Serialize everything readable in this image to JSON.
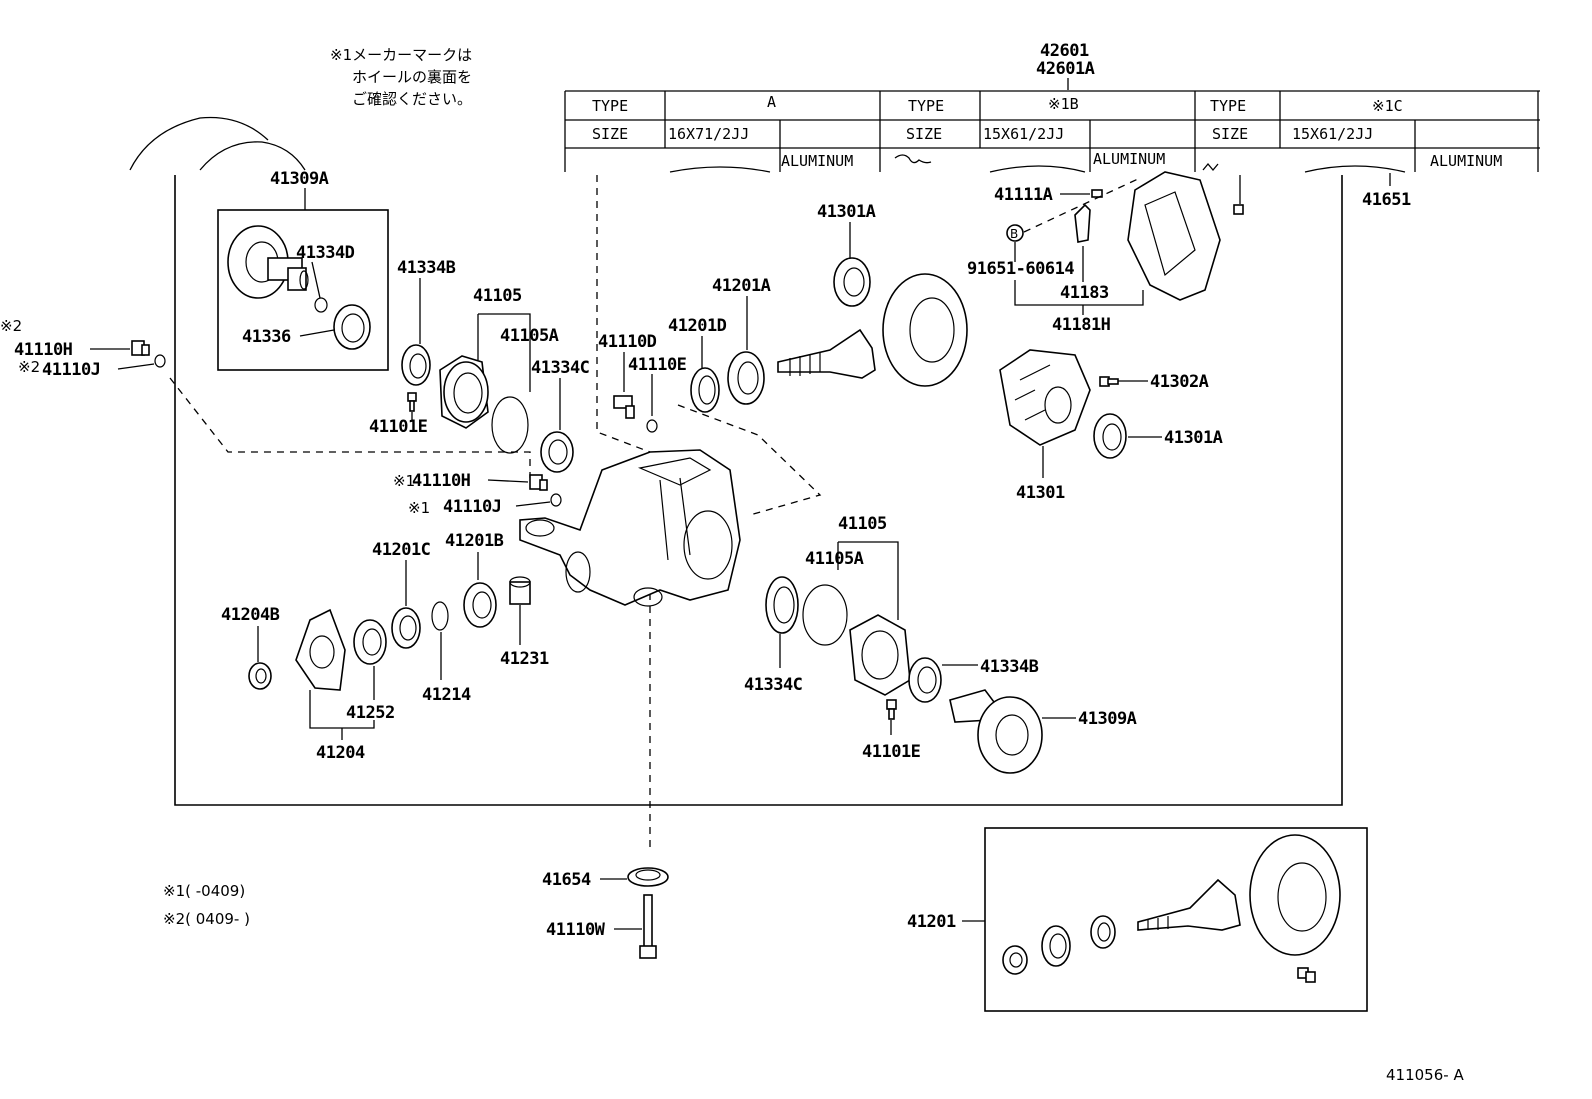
{
  "header": {
    "assy_number_1": "42601",
    "assy_number_2": "42601A",
    "manufacturer_note": [
      "※1メーカーマークは",
      "ホイールの裏面を",
      "ご確認ください。"
    ]
  },
  "wheel_table": {
    "cells": [
      {
        "id": "type-label-a",
        "text": "TYPE"
      },
      {
        "id": "type-value-a",
        "text": "A"
      },
      {
        "id": "type-label-b",
        "text": "TYPE"
      },
      {
        "id": "type-value-b",
        "text": "※1B"
      },
      {
        "id": "type-label-c",
        "text": "TYPE"
      },
      {
        "id": "type-value-c",
        "text": "※1C"
      },
      {
        "id": "size-label-a",
        "text": "SIZE"
      },
      {
        "id": "size-value-a",
        "text": "16X71/2JJ"
      },
      {
        "id": "size-label-b",
        "text": "SIZE"
      },
      {
        "id": "size-value-b",
        "text": "15X61/2JJ"
      },
      {
        "id": "size-label-c",
        "text": "SIZE"
      },
      {
        "id": "size-value-c",
        "text": "15X61/2JJ"
      },
      {
        "id": "material-a",
        "text": "ALUMINUM"
      },
      {
        "id": "material-b",
        "text": "ALUMINUM"
      },
      {
        "id": "material-c",
        "text": "ALUMINUM"
      }
    ]
  },
  "callouts": [
    {
      "id": "41309A-top",
      "text": "41309A"
    },
    {
      "id": "41334D",
      "text": "41334D"
    },
    {
      "id": "41336",
      "text": "41336"
    },
    {
      "id": "41334B-left",
      "text": "41334B"
    },
    {
      "id": "41105-left",
      "text": "41105"
    },
    {
      "id": "41105A-left",
      "text": "41105A"
    },
    {
      "id": "41334C-left",
      "text": "41334C"
    },
    {
      "id": "41101E-left",
      "text": "41101E"
    },
    {
      "id": "41110H-2",
      "text": "41110H"
    },
    {
      "id": "41110J-2",
      "text": "41110J"
    },
    {
      "id": "41110D",
      "text": "41110D"
    },
    {
      "id": "41110E",
      "text": "41110E"
    },
    {
      "id": "41201D",
      "text": "41201D"
    },
    {
      "id": "41201A",
      "text": "41201A"
    },
    {
      "id": "41301A-top",
      "text": "41301A"
    },
    {
      "id": "41111A",
      "text": "41111A"
    },
    {
      "id": "91651-60614",
      "text": "91651-60614"
    },
    {
      "id": "41183",
      "text": "41183"
    },
    {
      "id": "41181H",
      "text": "41181H"
    },
    {
      "id": "41651",
      "text": "41651"
    },
    {
      "id": "41302A",
      "text": "41302A"
    },
    {
      "id": "41301A-right",
      "text": "41301A"
    },
    {
      "id": "41301",
      "text": "41301"
    },
    {
      "id": "41110H-1",
      "text": "41110H"
    },
    {
      "id": "41110J-1",
      "text": "41110J"
    },
    {
      "id": "41201C",
      "text": "41201C"
    },
    {
      "id": "41201B",
      "text": "41201B"
    },
    {
      "id": "41204B",
      "text": "41204B"
    },
    {
      "id": "41231",
      "text": "41231"
    },
    {
      "id": "41214",
      "text": "41214"
    },
    {
      "id": "41252",
      "text": "41252"
    },
    {
      "id": "41204",
      "text": "41204"
    },
    {
      "id": "41105-right",
      "text": "41105"
    },
    {
      "id": "41105A-right",
      "text": "41105A"
    },
    {
      "id": "41334C-right",
      "text": "41334C"
    },
    {
      "id": "41334B-right",
      "text": "41334B"
    },
    {
      "id": "41309A-right",
      "text": "41309A"
    },
    {
      "id": "41101E-right",
      "text": "41101E"
    },
    {
      "id": "41654",
      "text": "41654"
    },
    {
      "id": "41110W",
      "text": "41110W"
    },
    {
      "id": "41201",
      "text": "41201"
    }
  ],
  "markers": {
    "mark2": "※2",
    "mark1": "※1",
    "bolt_ref": "B"
  },
  "legend": {
    "note1": "※1(        -0409)",
    "note2": "※2( 0409-        )"
  },
  "figure_id": "411056- A"
}
